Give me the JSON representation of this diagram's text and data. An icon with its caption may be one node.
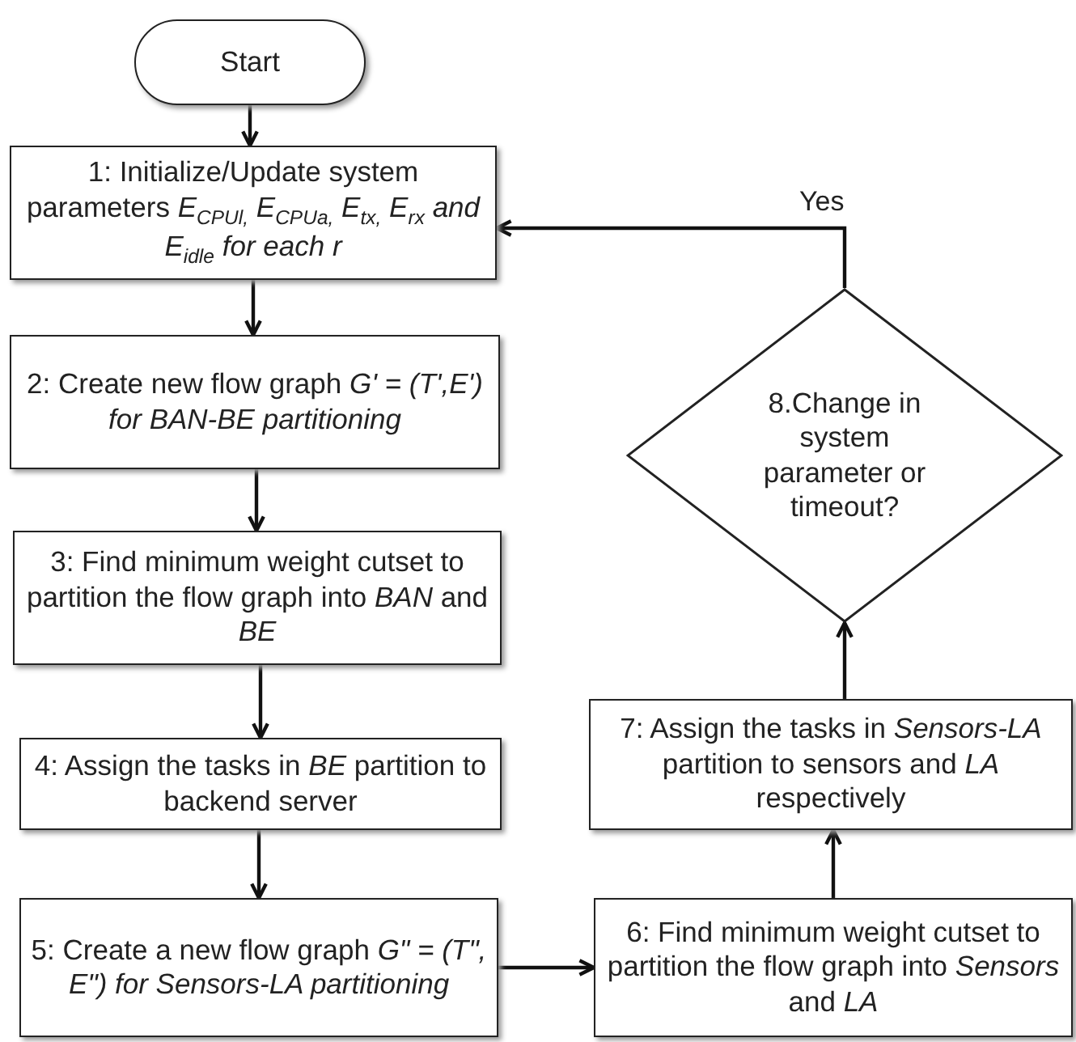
{
  "diagram": {
    "nodes": [
      {
        "text": [
          "Start"
        ]
      },
      {
        "text": [
          "1: Initialize/Update system parameters *E*$_{CPUl,}$ *E*$_{CPUa,}$ *E*$_{tx,}$ *E*$_{rx}$ *and E*$_{idle}$ *for each r*"
        ]
      },
      {
        "text": [
          "2: Create new flow graph *G' = (T',E') for BAN-BE partitioning*"
        ]
      },
      {
        "text": [
          "3: Find minimum weight cutset to partition the flow graph into *BAN* and *BE*"
        ]
      },
      {
        "text": [
          "4: Assign the tasks in *BE* partition to backend server"
        ]
      },
      {
        "text": [
          "5: Create a new flow graph *G\" = (T\", E\") for Sensors-LA partitioning*"
        ]
      },
      {
        "text": [
          "6: Find minimum weight cutset to partition the flow graph into *Sensors* and *LA*"
        ]
      },
      {
        "text": [
          "7: Assign the tasks in *Sensors-LA* partition to sensors and *LA* respectively"
        ]
      },
      {
        "text": [
          "8.Change in system parameter or timeout?"
        ]
      }
    ],
    "edges": [
      {
        "from": 0,
        "to": 1,
        "arrow": "to"
      },
      {
        "from": 1,
        "to": 2,
        "arrow": "to"
      },
      {
        "from": 2,
        "to": 3,
        "arrow": "to"
      },
      {
        "from": 3,
        "to": 4,
        "arrow": "to"
      },
      {
        "from": 4,
        "to": 5,
        "arrow": "to"
      },
      {
        "from": 5,
        "to": 6,
        "arrow": "to"
      },
      {
        "from": 6,
        "to": 7,
        "arrow": "to"
      },
      {
        "from": 7,
        "to": 8,
        "arrow": "to"
      },
      {
        "from": 8,
        "to": 1,
        "arrow": "to",
        "label": "Yes"
      }
    ]
  }
}
